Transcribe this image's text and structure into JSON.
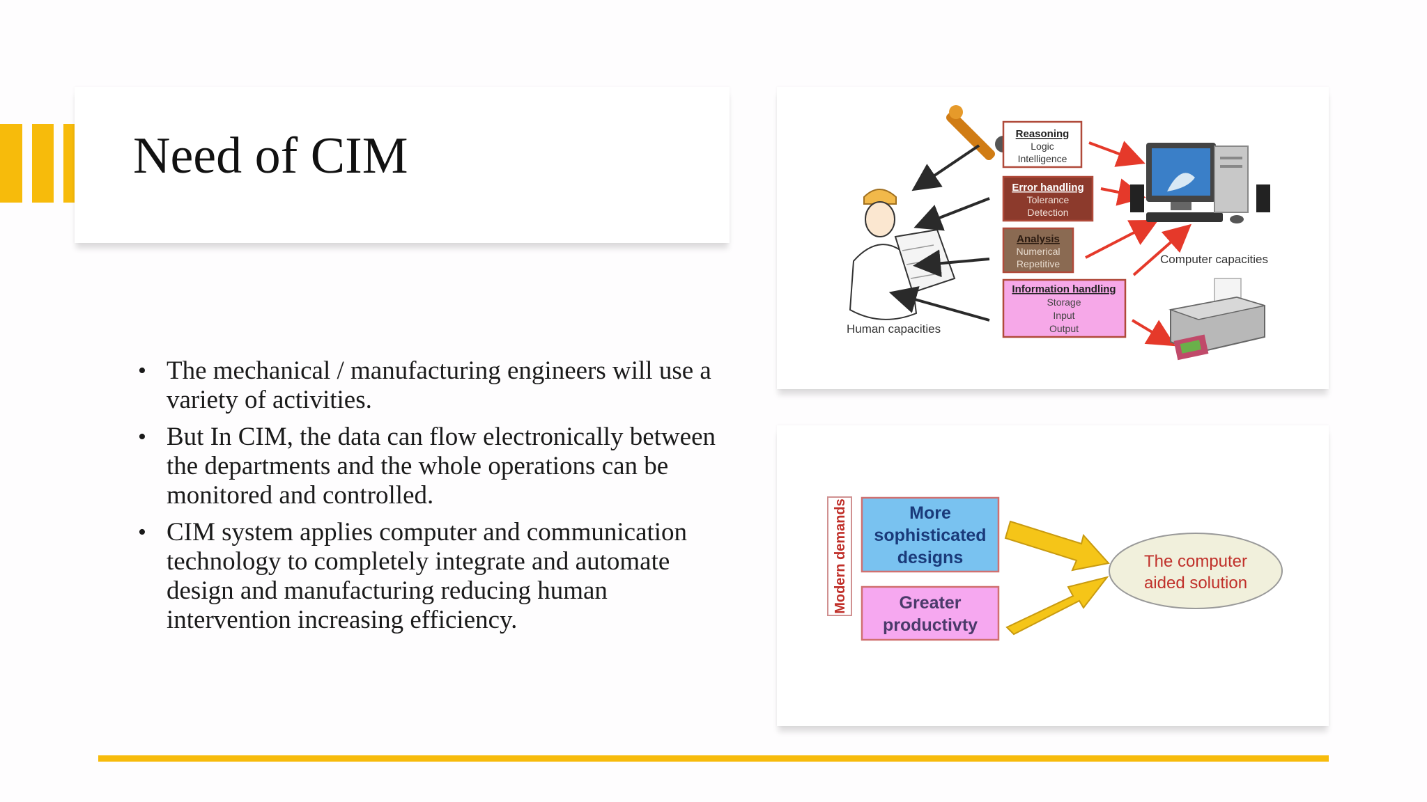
{
  "slide": {
    "title": "Need of CIM",
    "bullets": [
      "The mechanical / manufacturing engineers will use a variety of activities.",
      "But In CIM, the data can flow electronically between the departments and the whole operations can be monitored and controlled.",
      "CIM system applies computer and communication technology to completely integrate and automate design and manufacturing reducing human intervention increasing efficiency."
    ]
  },
  "diagram_top": {
    "boxes": [
      {
        "heading": "Reasoning",
        "lines": [
          "Logic",
          "Intelligence"
        ]
      },
      {
        "heading": "Error handling",
        "lines": [
          "Tolerance",
          "Detection"
        ]
      },
      {
        "heading": "Analysis",
        "lines": [
          "Numerical",
          "Repetitive"
        ]
      },
      {
        "heading": "Information handling",
        "lines": [
          "Storage",
          "Input",
          "Output"
        ]
      }
    ],
    "human_label": "Human capacities",
    "computer_label": "Computer capacities"
  },
  "diagram_bottom": {
    "side_label": "Modern demands",
    "box1": [
      "More",
      "sophisticated",
      "designs"
    ],
    "box2": [
      "Greater",
      "productivty"
    ],
    "solution": [
      "The computer",
      "aided solution"
    ]
  },
  "colors": {
    "accent": "#f7bb0b",
    "arrow_red": "#e5392a",
    "arrow_dark": "#2a2a2a",
    "yellow_arrow": "#f5c518"
  }
}
